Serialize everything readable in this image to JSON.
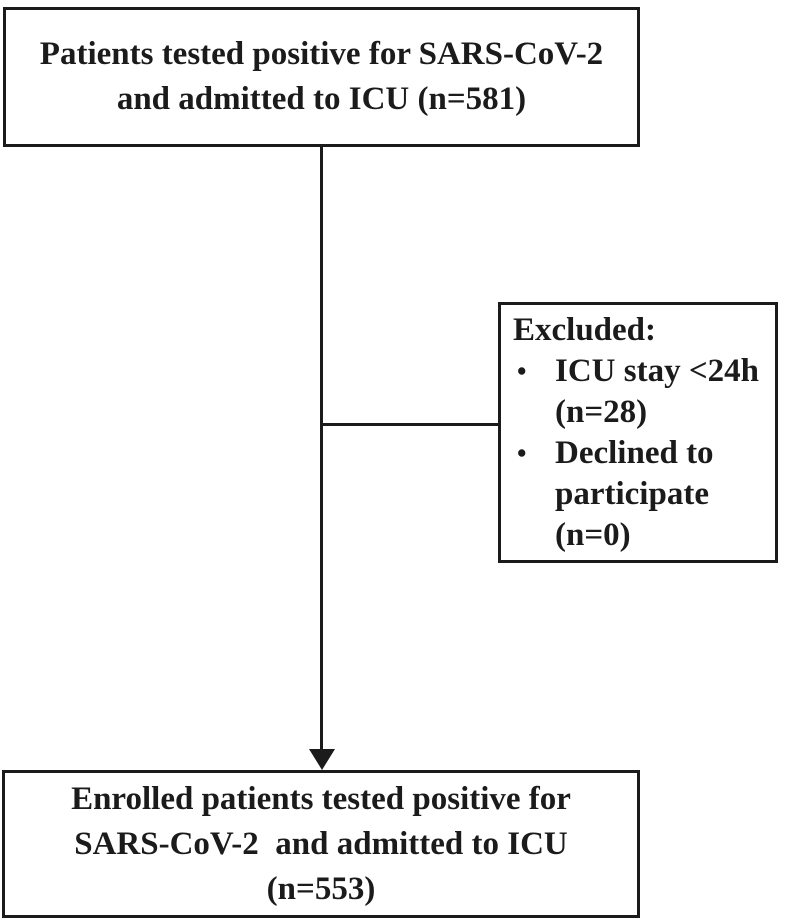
{
  "figure": {
    "type": "patient-enrollment-flow-diagram",
    "colors": {
      "ink": "#1b1b1b",
      "background": "#ffffff"
    },
    "top_box": {
      "text": "Patients tested positive for SARS-CoV-2\nand admitted to ICU (n=581)"
    },
    "excluded_box": {
      "heading": "Excluded:",
      "bullets": [
        {
          "marker": "•",
          "text": "ICU stay <24h\n(n=28)"
        },
        {
          "marker": "•",
          "text": "Declined to\nparticipate\n(n=0)"
        }
      ]
    },
    "bottom_box": {
      "text": "Enrolled patients tested positive for\nSARS-CoV-2  and admitted to ICU\n(n=553)"
    }
  }
}
